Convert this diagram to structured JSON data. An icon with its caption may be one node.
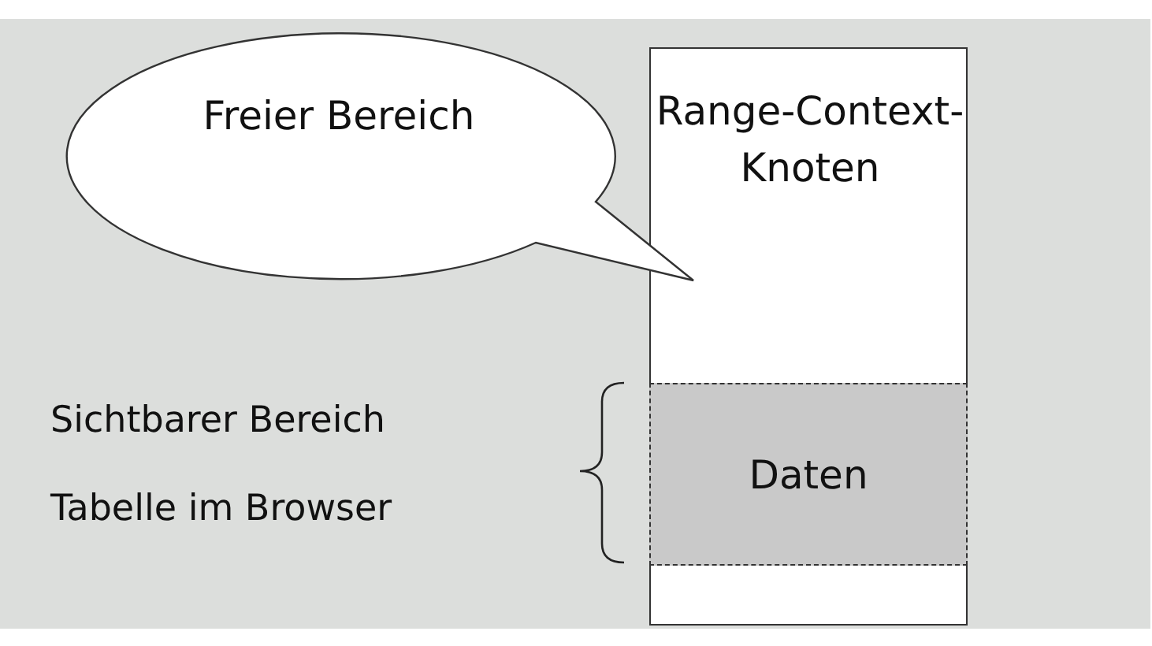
{
  "diagram": {
    "nodes": [
      {
        "text": [
          "Range-Context-Knoten"
        ]
      },
      {
        "text": [
          "Daten"
        ],
        "in": 0
      },
      {
        "text": [
          "Freier Bereich"
        ]
      }
    ],
    "edges": [],
    "labels": [
      "Sichtbarer Bereich",
      "Tabelle im Browser"
    ]
  }
}
